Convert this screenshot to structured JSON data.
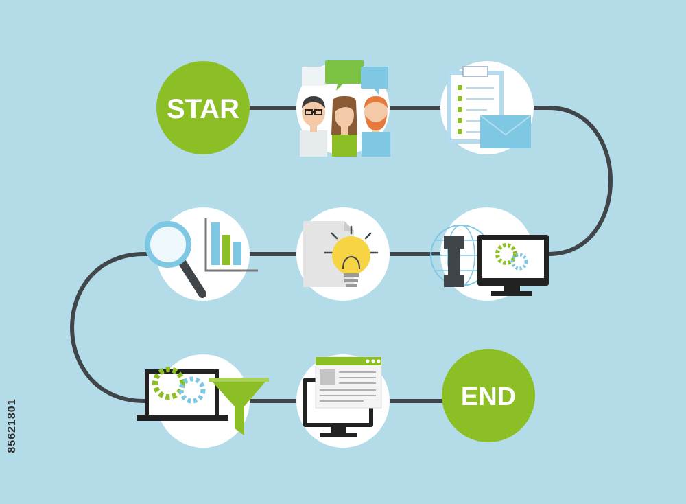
{
  "nodes": {
    "start": {
      "label": "STAR"
    },
    "end": {
      "label": "END"
    }
  },
  "side_id": "85621801",
  "colors": {
    "background": "#b4dbe8",
    "accent_green": "#8cbf26",
    "path": "#3f4548",
    "node_fill": "#ffffff"
  }
}
